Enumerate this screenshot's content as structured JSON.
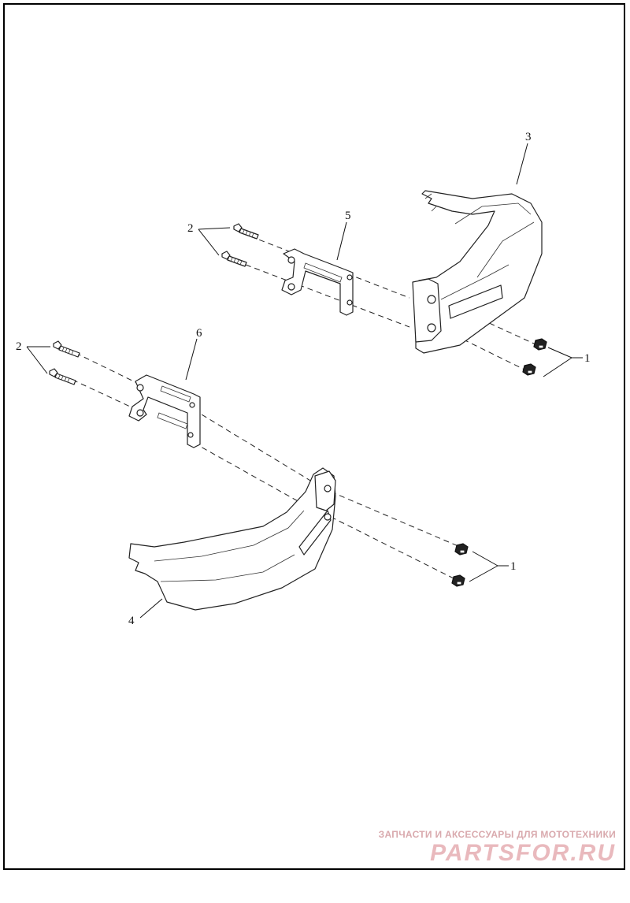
{
  "callouts": {
    "c1_upper": "1",
    "c1_lower": "1",
    "c2_upper": "2",
    "c2_lower": "2",
    "c3": "3",
    "c4": "4",
    "c5": "5",
    "c6": "6"
  },
  "watermark": {
    "line1": "ЗАПЧАСТИ И АКСЕССУАРЫ ДЛЯ МОТОТЕХНИКИ",
    "line2": "PARTSFOR.RU"
  }
}
